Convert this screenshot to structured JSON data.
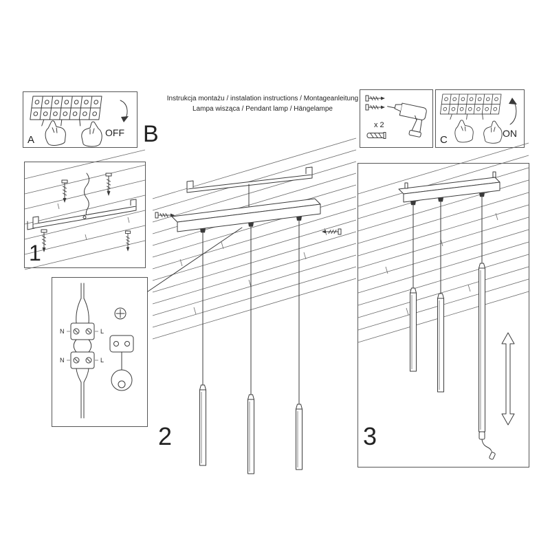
{
  "header": {
    "line1": "Instrukcja montażu / instalation instructions / Montageanleitung",
    "line2": "Lampa wisząca / Pendant lamp / Hängelampe"
  },
  "steps": {
    "a": "A",
    "b": "B",
    "c": "C",
    "s1": "1",
    "s2": "2",
    "s3": "3"
  },
  "switch": {
    "off": "OFF",
    "on": "ON"
  },
  "tools": {
    "screws_count": "x 2"
  },
  "wiring": {
    "top_left": "N",
    "top_right": "L",
    "bottom_left": "N",
    "bottom_right": "L"
  },
  "colors": {
    "ink": "#3a3a3a",
    "paper": "#ffffff"
  },
  "icons": {
    "terminal_block": "terminal-block-icon",
    "hand": "hand-icon",
    "rotate_arrow": "rotate-arrow-icon",
    "drill": "drill-icon",
    "screw": "screw-icon",
    "wall_plug": "wall-plug-icon",
    "ground_screw": "ground-screw-icon",
    "cable_clamp": "cable-clamp-icon",
    "double_arrow": "double-arrow-icon"
  }
}
